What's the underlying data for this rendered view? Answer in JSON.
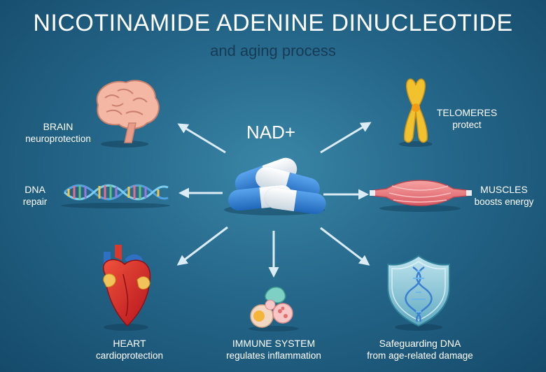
{
  "title": "NICOTINAMIDE ADENINE DINUCLEOTIDE",
  "subtitle": "and aging process",
  "center_label": "NAD+",
  "nodes": {
    "brain": {
      "title": "BRAIN",
      "desc": "neuroprotection"
    },
    "telomeres": {
      "title": "TELOMERES",
      "desc": "protect"
    },
    "dna": {
      "title": "DNA",
      "desc": "repair"
    },
    "muscles": {
      "title": "MUSCLES",
      "desc": "boosts energy"
    },
    "heart": {
      "title": "HEART",
      "desc": "cardioprotection"
    },
    "immune": {
      "title": "IMMUNE SYSTEM",
      "desc": "regulates inflammation"
    },
    "safeguard": {
      "title": "Safeguarding DNA",
      "desc": "from age-related damage"
    }
  },
  "colors": {
    "background": "#25678a",
    "title": "#ffffff",
    "subtitle": "#163b55",
    "arrow": "#dcecf5",
    "capsule_blue": "#2f7fd6",
    "capsule_white": "#eef3f7"
  }
}
